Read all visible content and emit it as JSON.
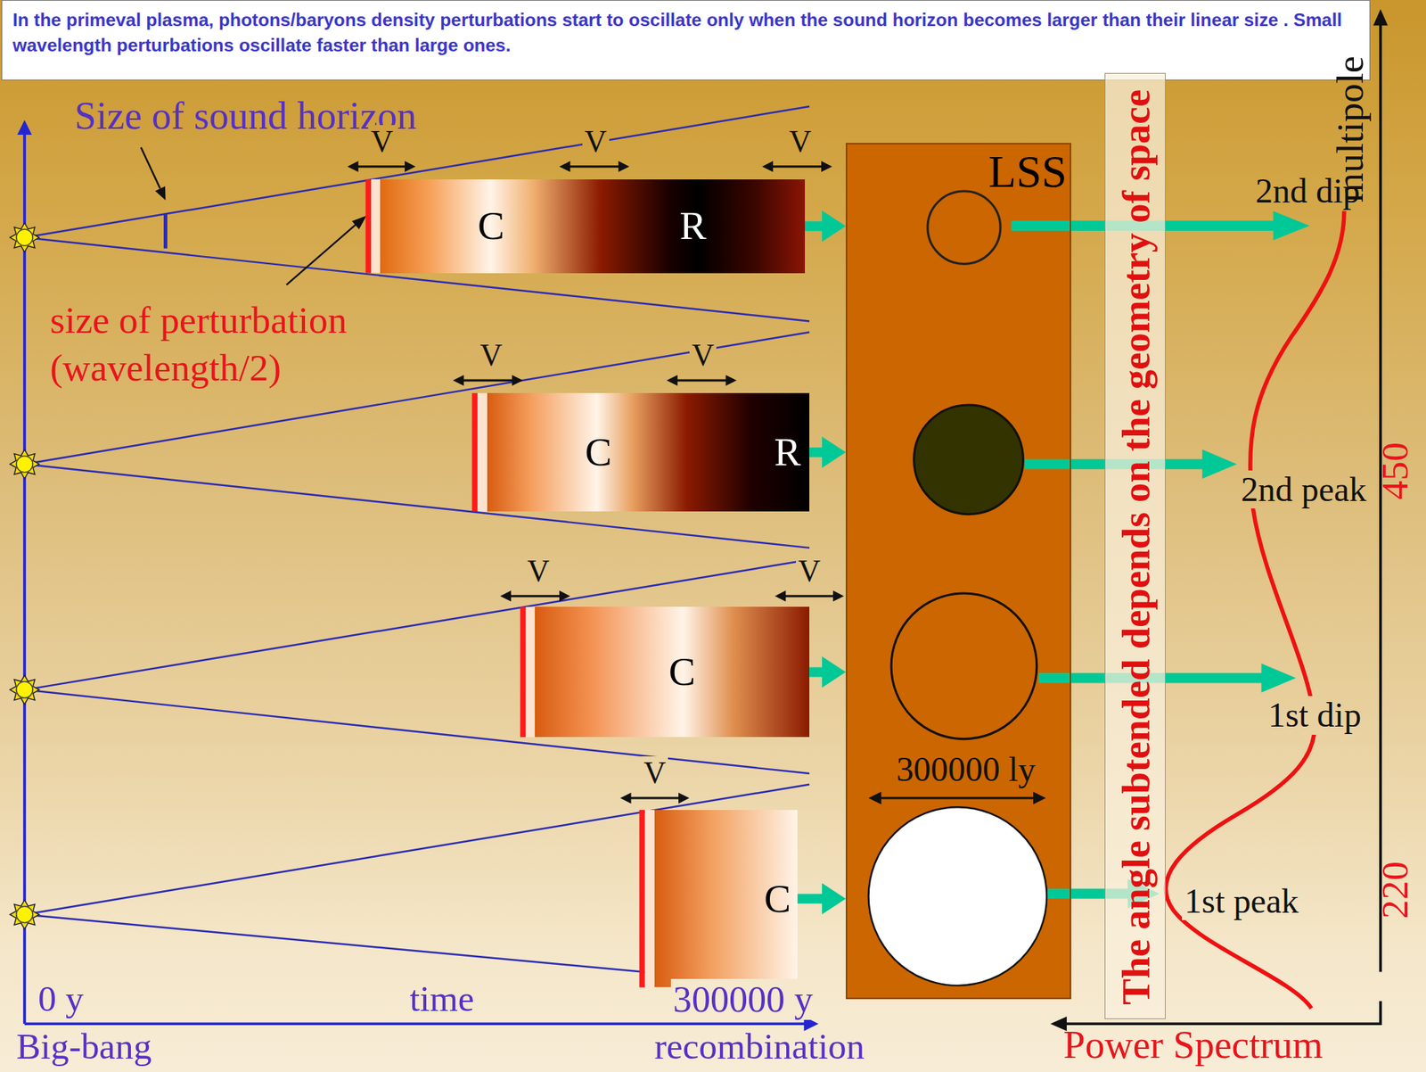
{
  "diagram": {
    "title": "In the primeval plasma, photons/baryons density perturbations start to oscillate only when the sound horizon becomes larger than their linear size . Small wavelength perturbations oscillate faster than large ones.",
    "nodes": [
      {
        "text": [
          "C",
          "R"
        ]
      },
      {
        "text": [
          "C",
          "R"
        ]
      },
      {
        "text": [
          "C"
        ]
      },
      {
        "text": [
          "C"
        ]
      },
      {
        "text": [
          "LSS"
        ]
      },
      {
        "text": [
          "The angle subtended depends on the geometry of space"
        ]
      }
    ],
    "edges": [
      {
        "from": 0,
        "to": 4,
        "arrow": "to"
      },
      {
        "from": 1,
        "to": 4,
        "arrow": "to"
      },
      {
        "from": 2,
        "to": 4,
        "arrow": "to"
      },
      {
        "from": 3,
        "to": 4,
        "arrow": "to"
      }
    ],
    "labels": [
      "Size of sound horizon",
      "V",
      "V",
      "V",
      "size of perturbation (wavelength/2)",
      "V",
      "V",
      "V",
      "V",
      "V",
      "300000 ly",
      "2nd dip",
      "2nd peak",
      "1st dip",
      "1st peak",
      "multipole",
      "450",
      "220",
      "0 y",
      "time",
      "300000 y",
      "Big-bang",
      "recombination",
      "Power Spectrum"
    ]
  }
}
